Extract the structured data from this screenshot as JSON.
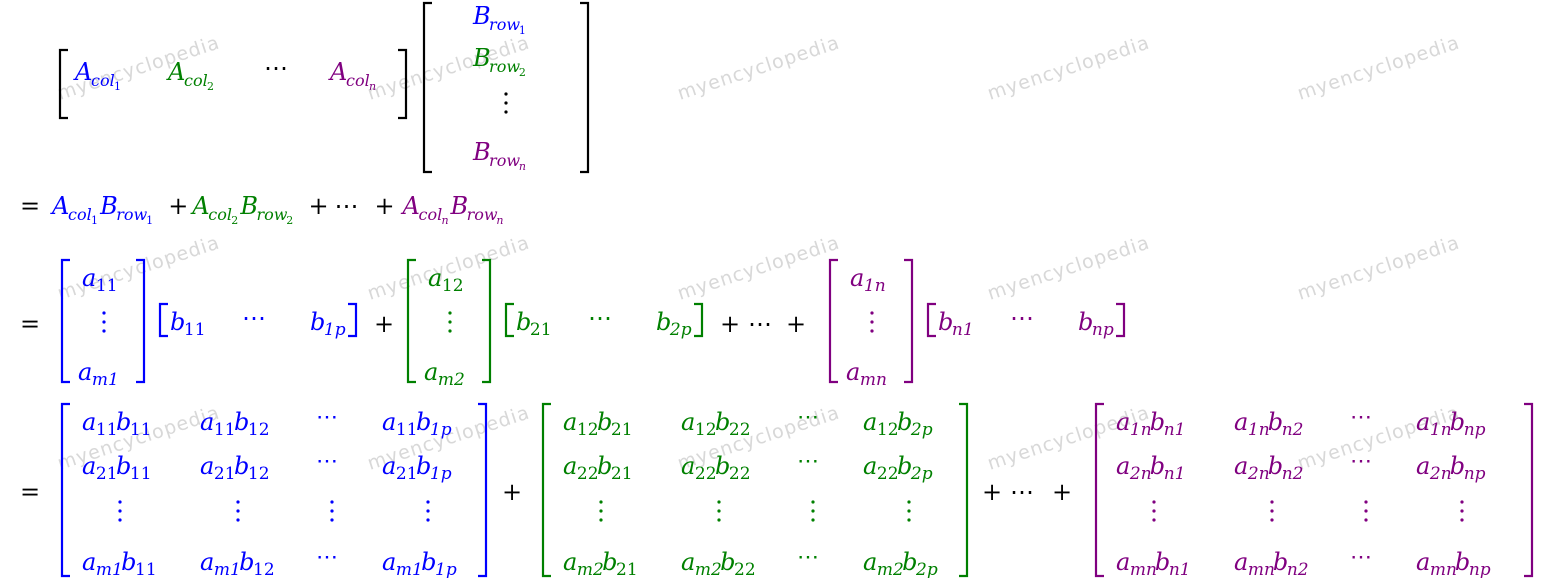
{
  "colors": {
    "blue": "#0000ff",
    "green": "#008000",
    "purple": "#800080",
    "black": "#000000",
    "watermark": "#d8d8d8"
  },
  "watermark": "myencyclopedia",
  "line1": {
    "a_row": [
      {
        "b": "A",
        "s": "col",
        "k": "1",
        "color": "blue"
      },
      {
        "b": "A",
        "s": "col",
        "k": "2",
        "color": "green"
      },
      {
        "dots": "⋯",
        "color": "black"
      },
      {
        "b": "A",
        "s": "col",
        "k": "n",
        "color": "purple"
      }
    ],
    "b_col": [
      {
        "b": "B",
        "s": "row",
        "k": "1",
        "color": "blue"
      },
      {
        "b": "B",
        "s": "row",
        "k": "2",
        "color": "green"
      },
      {
        "dots": "⋮",
        "color": "black"
      },
      {
        "b": "B",
        "s": "row",
        "k": "n",
        "color": "purple"
      }
    ]
  },
  "line2": {
    "eq": "=",
    "plus": "+",
    "dots": "⋯",
    "terms": [
      {
        "a": {
          "b": "A",
          "s": "col",
          "k": "1"
        },
        "bb": {
          "b": "B",
          "s": "row",
          "k": "1"
        },
        "color": "blue"
      },
      {
        "a": {
          "b": "A",
          "s": "col",
          "k": "2"
        },
        "bb": {
          "b": "B",
          "s": "row",
          "k": "2"
        },
        "color": "green"
      },
      {
        "a": {
          "b": "A",
          "s": "col",
          "k": "n"
        },
        "bb": {
          "b": "B",
          "s": "row",
          "k": "n"
        },
        "color": "purple"
      }
    ]
  },
  "line3": {
    "terms": [
      {
        "color": "blue",
        "col": [
          "a",
          "11",
          "a",
          "m1"
        ],
        "row": [
          [
            "b",
            "11"
          ],
          [
            "b",
            "1p"
          ]
        ]
      },
      {
        "color": "green",
        "col": [
          "a",
          "12",
          "a",
          "m2"
        ],
        "row": [
          [
            "b",
            "21"
          ],
          [
            "b",
            "2p"
          ]
        ]
      },
      {
        "color": "purple",
        "col": [
          "a",
          "1n",
          "a",
          "mn"
        ],
        "row": [
          [
            "b",
            "n1"
          ],
          [
            "b",
            "np"
          ]
        ]
      }
    ]
  },
  "line4": {
    "matrices": [
      {
        "color": "blue",
        "rows": [
          [
            [
              "11",
              "11"
            ],
            [
              "11",
              "12"
            ],
            null,
            [
              "11",
              "1p"
            ]
          ],
          [
            [
              "21",
              "11"
            ],
            [
              "21",
              "12"
            ],
            null,
            [
              "21",
              "1p"
            ]
          ],
          "vdots",
          [
            [
              "m1",
              "11"
            ],
            [
              "m1",
              "12"
            ],
            null,
            [
              "m1",
              "1p"
            ]
          ]
        ]
      },
      {
        "color": "green",
        "rows": [
          [
            [
              "12",
              "21"
            ],
            [
              "12",
              "22"
            ],
            null,
            [
              "12",
              "2p"
            ]
          ],
          [
            [
              "22",
              "21"
            ],
            [
              "22",
              "22"
            ],
            null,
            [
              "22",
              "2p"
            ]
          ],
          "vdots",
          [
            [
              "m2",
              "21"
            ],
            [
              "m2",
              "22"
            ],
            null,
            [
              "m2",
              "2p"
            ]
          ]
        ]
      },
      {
        "color": "purple",
        "rows": [
          [
            [
              "1n",
              "n1"
            ],
            [
              "1n",
              "n2"
            ],
            null,
            [
              "1n",
              "np"
            ]
          ],
          [
            [
              "2n",
              "n1"
            ],
            [
              "2n",
              "n2"
            ],
            null,
            [
              "2n",
              "np"
            ]
          ],
          "vdots",
          [
            [
              "mn",
              "n1"
            ],
            [
              "mn",
              "n2"
            ],
            null,
            [
              "mn",
              "np"
            ]
          ]
        ]
      }
    ]
  }
}
